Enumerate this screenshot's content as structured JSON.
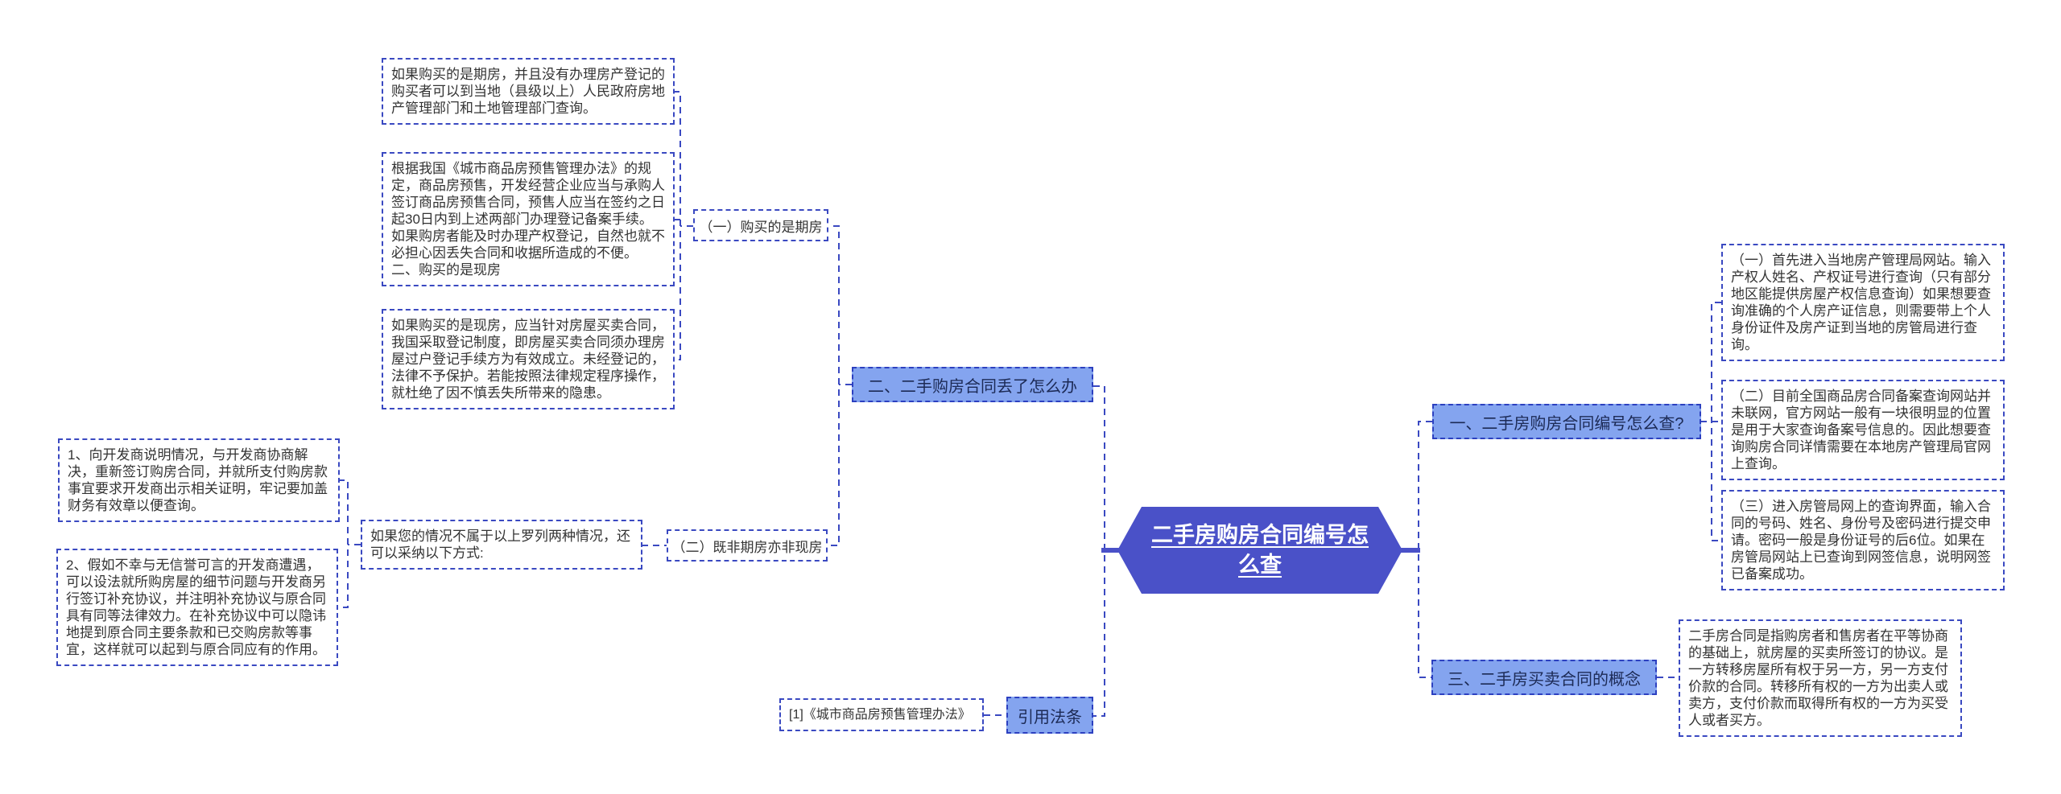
{
  "diagram": {
    "center": {
      "label": "二手房购房合同编号怎么查"
    },
    "sections": {
      "sec1": {
        "label": "一、二手房购房合同编号怎么查?"
      },
      "sec2": {
        "label": "二、二手购房合同丢了怎么办"
      },
      "sec3": {
        "label": "三、二手房买卖合同的概念"
      },
      "cite": {
        "label": "引用法条"
      }
    },
    "subnodes": {
      "qifang": {
        "label": "（一）购买的是期房"
      },
      "neither": {
        "label": "（二）既非期房亦非现房"
      }
    },
    "boxes": {
      "qifang_info": {
        "text": "如果购买的是期房，并且没有办理房产登记的购买者可以到当地（县级以上）人民政府房地产管理部门和土地管理部门查询。"
      },
      "guiding": {
        "text": "根据我国《城市商品房预售管理办法》的规定，商品房预售，开发经营企业应当与承购人签订商品房预售合同，预售人应当在签约之日起30日内到上述两部门办理登记备案手续。如果购房者能及时办理产权登记，自然也就不必担心因丢失合同和收据所造成的不便。 二、购买的是现房"
      },
      "xianfang": {
        "text": "如果购买的是现房，应当针对房屋买卖合同，我国采取登记制度，即房屋买卖合同须办理房屋过户登记手续方为有效成立。未经登记的，法律不予保护。若能按照法律规定程序操作，就杜绝了因不慎丢失所带来的隐患。"
      },
      "left1": {
        "text": "1、向开发商说明情况，与开发商协商解决，重新签订购房合同，并就所支付购房款事宜要求开发商出示相关证明，牢记要加盖财务有效章以便查询。"
      },
      "left2": {
        "text": "2、假如不幸与无信誉可言的开发商遭遇，可以设法就所购房屋的细节问题与开发商另行签订补充协议，并注明补充协议与原合同具有同等法律效力。在补充协议中可以隐讳地提到原合同主要条款和已交购房款等事宜，这样就可以起到与原合同应有的作用。"
      },
      "midleft": {
        "text": "如果您的情况不属于以上罗列两种情况，还可以采纳以下方式:"
      },
      "right1": {
        "text": "（一）首先进入当地房产管理局网站。输入产权人姓名、产权证号进行查询（只有部分地区能提供房屋产权信息查询）如果想要查询准确的个人房产证信息，则需要带上个人身份证件及房产证到当地的房管局进行查询。"
      },
      "right2": {
        "text": "（二）目前全国商品房合同备案查询网站并未联网，官方网站一般有一块很明显的位置是用于大家查询备案号信息的。因此想要查询购房合同详情需要在本地房产管理局官网上查询。"
      },
      "right3": {
        "text": "（三）进入房管局网上的查询界面，输入合同的号码、姓名、身份号及密码进行提交申请。密码一般是身份证号的后6位。如果在房管局网站上已查询到网签信息，说明网签已备案成功。"
      },
      "right4": {
        "text": "二手房合同是指购房者和售房者在平等协商的基础上，就房屋的买卖所签订的协议。是一方转移房屋所有权于另一方，另一方支付价款的合同。转移所有权的一方为出卖人或卖方，支付价款而取得所有权的一方为买受人或者买方。"
      },
      "lawref": {
        "text": "[1]《城市商品房预售管理办法》"
      }
    },
    "colors": {
      "accent": "#3a49c1",
      "node_fill": "#84a4ef",
      "node_border": "#2c40c0",
      "node_text": "#1c2a55",
      "center_fill": "#4a51c8",
      "center_text": "#ffffff",
      "body_text": "#333333",
      "bg": "#ffffff"
    }
  }
}
